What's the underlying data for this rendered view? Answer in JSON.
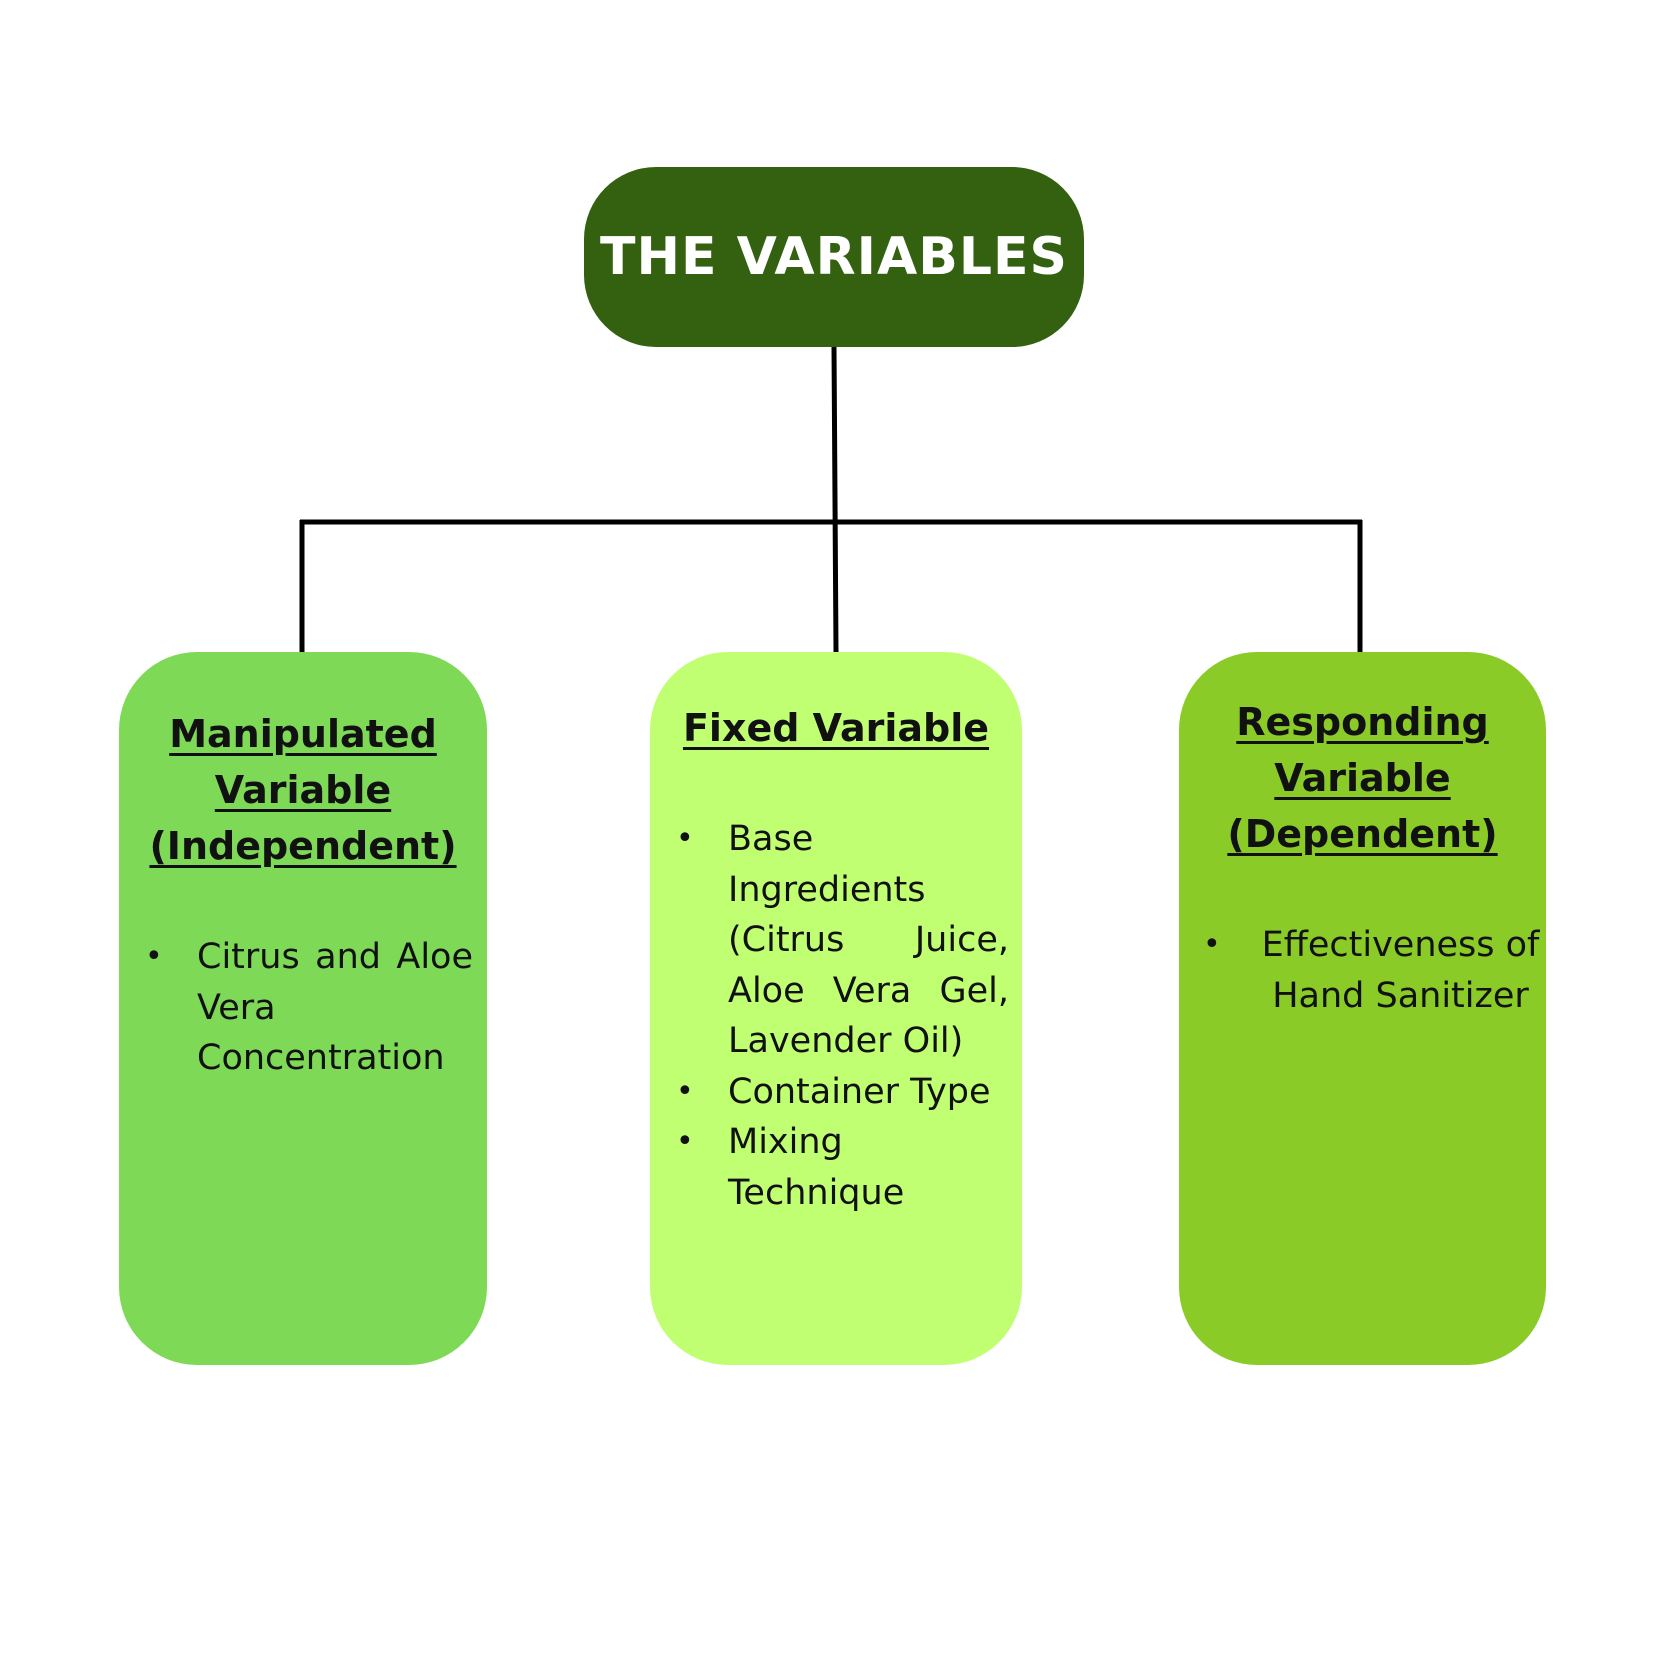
{
  "diagram": {
    "root": {
      "title": "THE VARIABLES",
      "fill": "#33610f",
      "text_color": "#ffffff"
    },
    "connector_color": "#000000",
    "bullet_symbol": "•",
    "boxes": [
      {
        "heading": "Manipulated Variable (Independent)",
        "fill": "#7ed957",
        "items": [
          "Citrus and Aloe Vera Concentration"
        ]
      },
      {
        "heading": "Fixed Variable",
        "fill": "#c1ff72",
        "items": [
          "Base Ingredients (Citrus Juice, Aloe Vera Gel, Lavender Oil)",
          "Container Type",
          "Mixing Technique"
        ]
      },
      {
        "heading": "Responding Variable (Dependent)",
        "fill": "#8acb28",
        "items": [
          "Effectiveness of Hand Sanitizer"
        ]
      }
    ]
  }
}
